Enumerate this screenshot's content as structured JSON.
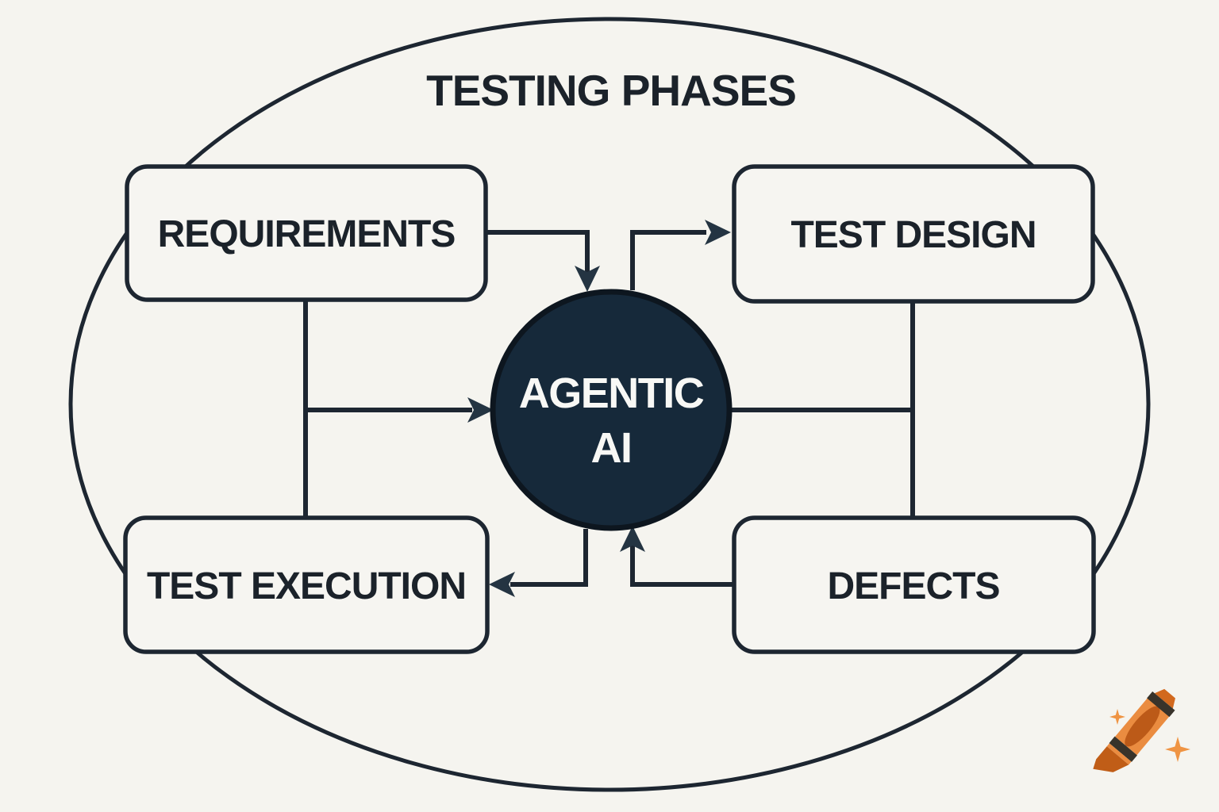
{
  "page": {
    "background": "#f5f4ef"
  },
  "diagram": {
    "title": "TESTING PHASES",
    "center": {
      "line1": "AGENTIC",
      "line2": "AI",
      "fill": "#16293a",
      "ring": "#0d161f",
      "text_color": "#f8f8f5"
    },
    "nodes": {
      "requirements": {
        "label": "REQUIREMENTS"
      },
      "test_design": {
        "label": "TEST DESIGN"
      },
      "test_execution": {
        "label": "TEST EXECUTION"
      },
      "defects": {
        "label": "DEFECTS"
      }
    },
    "edges": [
      {
        "from": "REQUIREMENTS",
        "to": "AGENTIC AI",
        "style": "arrow"
      },
      {
        "from": "AGENTIC AI",
        "to": "TEST DESIGN",
        "style": "arrow"
      },
      {
        "from": "REQUIREMENTS",
        "to": "TEST EXECUTION",
        "style": "line"
      },
      {
        "from": "REQUIREMENTS/TEST EXECUTION trunk",
        "to": "AGENTIC AI",
        "style": "arrow"
      },
      {
        "from": "AGENTIC AI",
        "to": "TEST DESIGN/DEFECTS trunk",
        "style": "line"
      },
      {
        "from": "TEST DESIGN",
        "to": "DEFECTS",
        "style": "line"
      },
      {
        "from": "AGENTIC AI",
        "to": "TEST EXECUTION",
        "style": "arrow"
      },
      {
        "from": "DEFECTS",
        "to": "AGENTIC AI",
        "style": "arrow"
      }
    ],
    "colors": {
      "line": "#1d2631",
      "arrowhead": "#243442",
      "box_fill": "#f6f5f1",
      "text": "#1b222a"
    }
  },
  "logo": {
    "name": "crayon watermark",
    "colors": {
      "body": "#ea8c40",
      "band": "#38332a",
      "tip": "#c05d17",
      "cap": "#d2691e",
      "oval": "#bc5a18",
      "sparkle": "#ef9443"
    }
  }
}
